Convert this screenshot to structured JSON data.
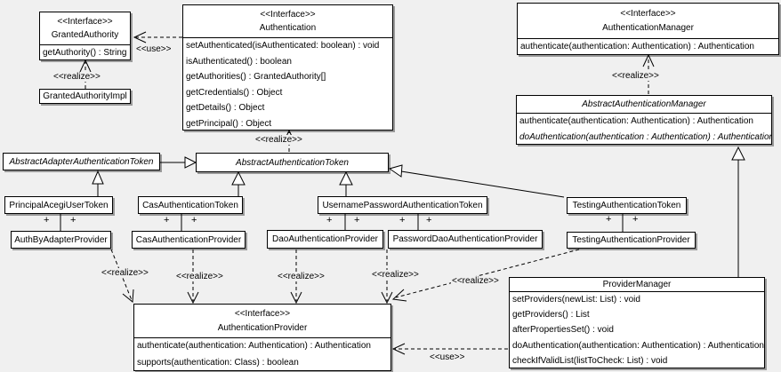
{
  "labels": {
    "use": "<<use>>",
    "realize": "<<realize>>",
    "plus": "+"
  },
  "colors": {
    "background": "#f0f0f0",
    "box_fill": "#ffffff",
    "line": "#000000",
    "shadow": "#9a9a9a"
  },
  "classes": {
    "granted_authority": {
      "stereotype": "<<Interface>>",
      "name": "GrantedAuthority",
      "methods": [
        "getAuthority() : String"
      ]
    },
    "granted_authority_impl": {
      "name": "GrantedAuthorityImpl"
    },
    "authentication": {
      "stereotype": "<<Interface>>",
      "name": "Authentication",
      "methods": [
        "setAuthenticated(isAuthenticated: boolean) : void",
        "isAuthenticated() : boolean",
        "getAuthorities() : GrantedAuthority[]",
        "getCredentials() : Object",
        "getDetails() : Object",
        "getPrincipal() : Object"
      ]
    },
    "authentication_manager": {
      "stereotype": "<<Interface>>",
      "name": "AuthenticationManager",
      "methods": [
        "authenticate(authentication: Authentication) : Authentication"
      ]
    },
    "abstract_authentication_manager": {
      "name": "AbstractAuthenticationManager",
      "methods": [
        "authenticate(authentication: Authentication) : Authentication",
        "doAuthentication(authentication : Authentication) : Authentication"
      ]
    },
    "abstract_adapter_authentication_token": {
      "name": "AbstractAdapterAuthenticationToken"
    },
    "abstract_authentication_token": {
      "name": "AbstractAuthenticationToken"
    },
    "principal_acegi_user_token": {
      "name": "PrincipalAcegiUserToken"
    },
    "cas_authentication_token": {
      "name": "CasAuthenticationToken"
    },
    "username_password_authentication_token": {
      "name": "UsernamePasswordAuthenticationToken"
    },
    "testing_authentication_token": {
      "name": "TestingAuthenticationToken"
    },
    "auth_by_adapter_provider": {
      "name": "AuthByAdapterProvider"
    },
    "cas_authentication_provider": {
      "name": "CasAuthenticationProvider"
    },
    "dao_authentication_provider": {
      "name": "DaoAuthenticationProvider"
    },
    "password_dao_authentication_provider": {
      "name": "PasswordDaoAuthenticationProvider"
    },
    "testing_authentication_provider": {
      "name": "TestingAuthenticationProvider"
    },
    "authentication_provider": {
      "stereotype": "<<Interface>>",
      "name": "AuthenticationProvider",
      "methods": [
        "authenticate(authentication: Authentication) : Authentication",
        "supports(authentication: Class) : boolean"
      ]
    },
    "provider_manager": {
      "name": "ProviderManager",
      "methods": [
        "setProviders(newList: List) : void",
        "getProviders() : List",
        "afterPropertiesSet() : void",
        "doAuthentication(authentication: Authentication) : Authentication",
        "checkIfValidList(listToCheck: List) : void"
      ]
    }
  }
}
